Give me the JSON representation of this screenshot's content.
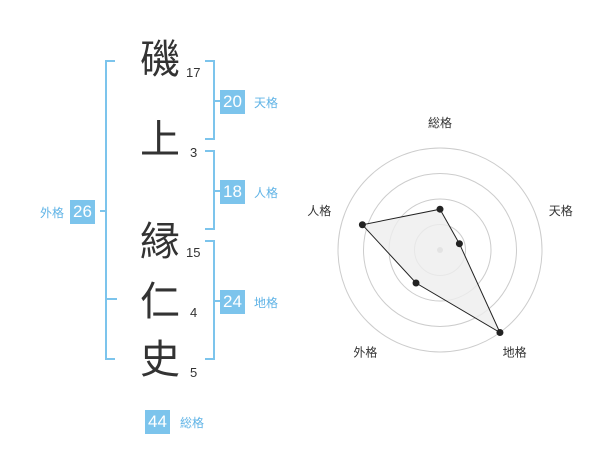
{
  "name": {
    "chars": [
      {
        "char": "磯",
        "strokes": "17"
      },
      {
        "char": "上",
        "strokes": "3"
      },
      {
        "char": "縁",
        "strokes": "15"
      },
      {
        "char": "仁",
        "strokes": "4"
      },
      {
        "char": "史",
        "strokes": "5"
      }
    ]
  },
  "fortunes": {
    "tenkaku": {
      "value": "20",
      "label": "天格"
    },
    "jinkaku": {
      "value": "18",
      "label": "人格"
    },
    "chikaku": {
      "value": "24",
      "label": "地格"
    },
    "gaikaku": {
      "value": "26",
      "label": "外格"
    },
    "soukaku": {
      "value": "44",
      "label": "総格"
    }
  },
  "chart_data": {
    "type": "radar",
    "axes": [
      "総格",
      "天格",
      "地格",
      "外格",
      "人格"
    ],
    "values": [
      2,
      1,
      5,
      2,
      4
    ],
    "range": [
      0,
      5
    ],
    "rings": 4,
    "colors": {
      "fill": "#eeeeee",
      "line": "#222222",
      "grid": "#cccccc",
      "center": "#bbbbbb"
    }
  },
  "colors": {
    "accent": "#7cc4ec",
    "label": "#5fb3e6",
    "text": "#333333"
  }
}
